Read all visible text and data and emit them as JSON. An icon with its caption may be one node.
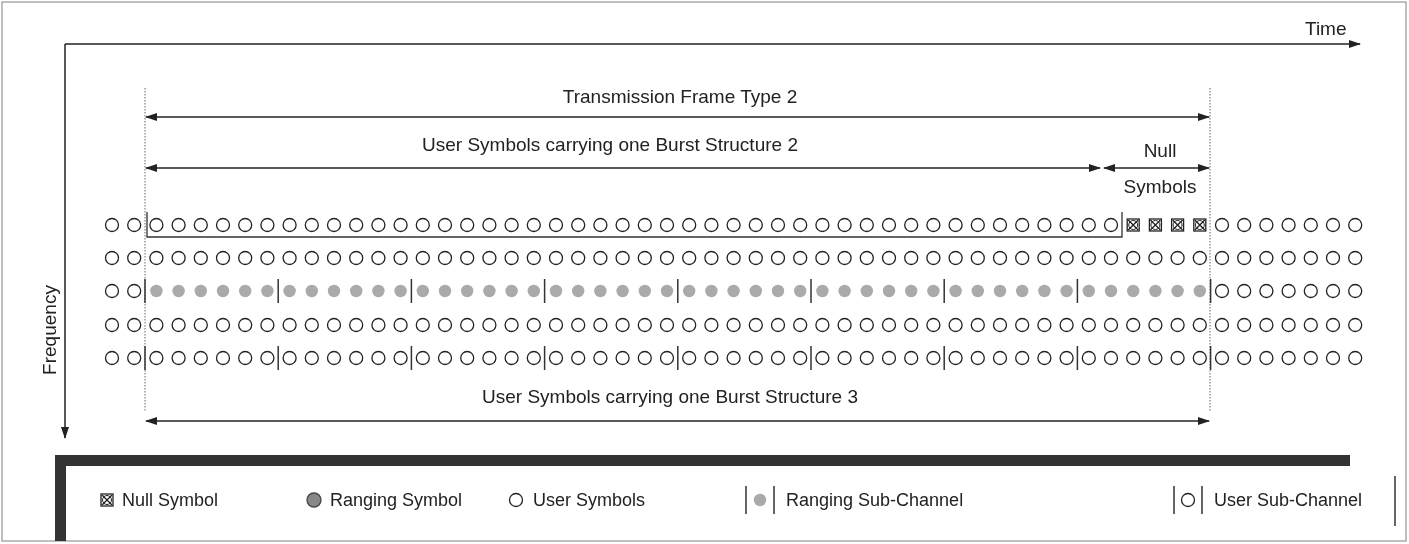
{
  "diagram": {
    "labels": [
      "Time",
      "Transmission Frame Type 2",
      "User Symbols carrying one Burst Structure 2",
      "Null Symbols",
      "Frequency",
      "User Symbols carrying one Burst Structure 3"
    ],
    "legend": [
      {
        "text": "Null Symbol"
      },
      {
        "text": "Ranging Symbol"
      },
      {
        "text": "User Symbols"
      },
      {
        "text": "Ranging Sub-Channel"
      },
      {
        "text": "User Sub-Channel"
      }
    ]
  }
}
